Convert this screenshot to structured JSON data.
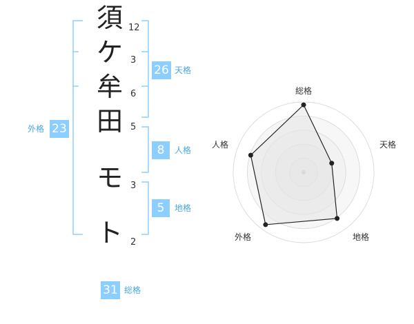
{
  "name_chars": [
    {
      "char": "須",
      "strokes": "12"
    },
    {
      "char": "ケ",
      "strokes": "3"
    },
    {
      "char": "牟",
      "strokes": "6"
    },
    {
      "char": "田",
      "strokes": "5"
    },
    {
      "char": "モ",
      "strokes": "3"
    },
    {
      "char": "ト",
      "strokes": "2"
    }
  ],
  "fortune": {
    "tenkaku": {
      "label": "天格",
      "value": "26"
    },
    "jinkaku": {
      "label": "人格",
      "value": "8"
    },
    "chikaku": {
      "label": "地格",
      "value": "5"
    },
    "gaikaku": {
      "label": "外格",
      "value": "23"
    },
    "soukaku": {
      "label": "総格",
      "value": "31"
    }
  },
  "colors": {
    "accent": "#8ccfff",
    "bracket": "#8ccfff",
    "radar_fill": "#eeeeee"
  },
  "chart_data": {
    "type": "radar",
    "axes": [
      "総格",
      "天格",
      "地格",
      "外格",
      "人格"
    ],
    "values": [
      0.96,
      0.42,
      0.81,
      0.92,
      0.79
    ],
    "rings": 5
  }
}
